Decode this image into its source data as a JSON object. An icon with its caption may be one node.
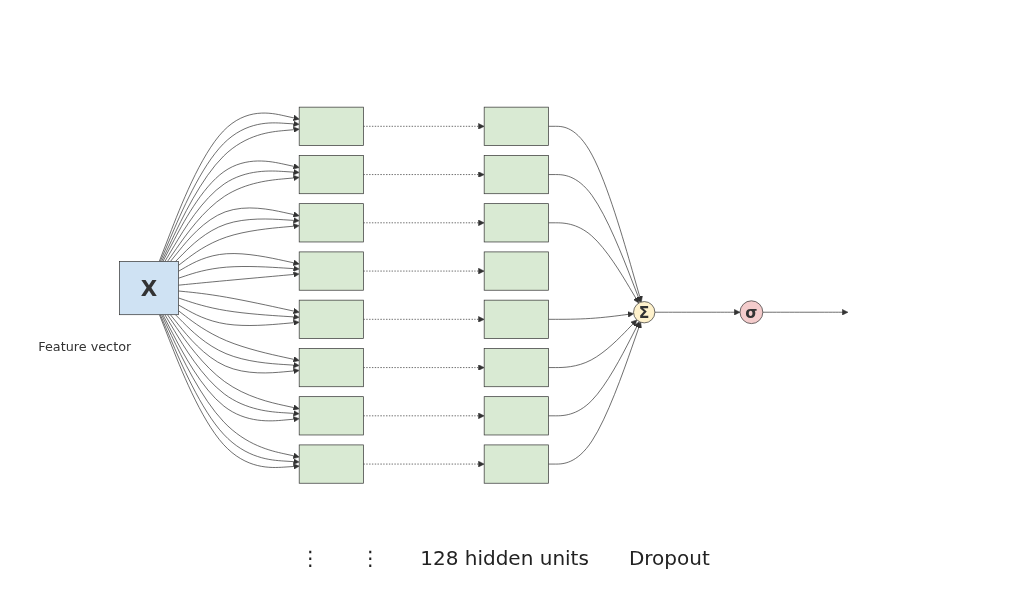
{
  "diagram": {
    "nodes": [
      {
        "text": [
          "X"
        ],
        "beside": [
          "Feature vector"
        ]
      },
      {
        "text": [],
        "shape": "box"
      },
      {
        "text": [],
        "shape": "box"
      },
      {
        "text": [],
        "shape": "box"
      },
      {
        "text": [],
        "shape": "box"
      },
      {
        "text": [],
        "shape": "box"
      },
      {
        "text": [],
        "shape": "box"
      },
      {
        "text": [],
        "shape": "box"
      },
      {
        "text": [],
        "shape": "box"
      },
      {
        "text": [],
        "shape": "box"
      },
      {
        "text": [],
        "shape": "box"
      },
      {
        "text": [],
        "shape": "box"
      },
      {
        "text": [],
        "shape": "box"
      },
      {
        "text": [],
        "shape": "box"
      },
      {
        "text": [],
        "shape": "box"
      },
      {
        "text": [],
        "shape": "box"
      },
      {
        "text": [],
        "shape": "box"
      },
      {
        "text": [
          "Σ"
        ]
      },
      {
        "text": [
          "σ"
        ]
      }
    ],
    "edges": [
      {
        "from": 0,
        "to": 1,
        "arrow": "to"
      },
      {
        "from": 0,
        "to": 2,
        "arrow": "to"
      },
      {
        "from": 0,
        "to": 3,
        "arrow": "to"
      },
      {
        "from": 0,
        "to": 4,
        "arrow": "to"
      },
      {
        "from": 0,
        "to": 5,
        "arrow": "to"
      },
      {
        "from": 0,
        "to": 6,
        "arrow": "to"
      },
      {
        "from": 0,
        "to": 7,
        "arrow": "to"
      },
      {
        "from": 0,
        "to": 8,
        "arrow": "to"
      },
      {
        "from": 0,
        "to": 1,
        "arrow": "to"
      },
      {
        "from": 0,
        "to": 2,
        "arrow": "to"
      },
      {
        "from": 0,
        "to": 3,
        "arrow": "to"
      },
      {
        "from": 0,
        "to": 4,
        "arrow": "to"
      },
      {
        "from": 0,
        "to": 5,
        "arrow": "to"
      },
      {
        "from": 0,
        "to": 6,
        "arrow": "to"
      },
      {
        "from": 0,
        "to": 7,
        "arrow": "to"
      },
      {
        "from": 0,
        "to": 8,
        "arrow": "to"
      },
      {
        "from": 0,
        "to": 1,
        "arrow": "to"
      },
      {
        "from": 0,
        "to": 2,
        "arrow": "to"
      },
      {
        "from": 0,
        "to": 3,
        "arrow": "to"
      },
      {
        "from": 0,
        "to": 4,
        "arrow": "to"
      },
      {
        "from": 0,
        "to": 5,
        "arrow": "to"
      },
      {
        "from": 0,
        "to": 6,
        "arrow": "to"
      },
      {
        "from": 0,
        "to": 7,
        "arrow": "to"
      },
      {
        "from": 0,
        "to": 8,
        "arrow": "to"
      },
      {
        "from": 1,
        "to": 9,
        "arrow": "to",
        "style": "dashed"
      },
      {
        "from": 2,
        "to": 10,
        "arrow": "to",
        "style": "dashed"
      },
      {
        "from": 3,
        "to": 11,
        "arrow": "to",
        "style": "dashed"
      },
      {
        "from": 4,
        "to": 12,
        "arrow": "to",
        "style": "dashed"
      },
      {
        "from": 5,
        "to": 13,
        "arrow": "to",
        "style": "dashed"
      },
      {
        "from": 6,
        "to": 14,
        "arrow": "to",
        "style": "dashed"
      },
      {
        "from": 7,
        "to": 15,
        "arrow": "to",
        "style": "dashed"
      },
      {
        "from": 8,
        "to": 16,
        "arrow": "to",
        "style": "dashed"
      },
      {
        "from": 9,
        "to": 17,
        "arrow": "to"
      },
      {
        "from": 10,
        "to": 17,
        "arrow": "to"
      },
      {
        "from": 11,
        "to": 17,
        "arrow": "to"
      },
      {
        "from": 13,
        "to": 17,
        "arrow": "to"
      },
      {
        "from": 14,
        "to": 17,
        "arrow": "to"
      },
      {
        "from": 15,
        "to": 17,
        "arrow": "to"
      },
      {
        "from": 16,
        "to": 17,
        "arrow": "to"
      },
      {
        "from": 17,
        "to": 18,
        "arrow": "to"
      },
      {
        "from": 18,
        "to": null,
        "arrow": "to"
      }
    ],
    "labels": [
      "⋮",
      "⋮",
      "128 hidden units",
      "Dropout"
    ]
  }
}
